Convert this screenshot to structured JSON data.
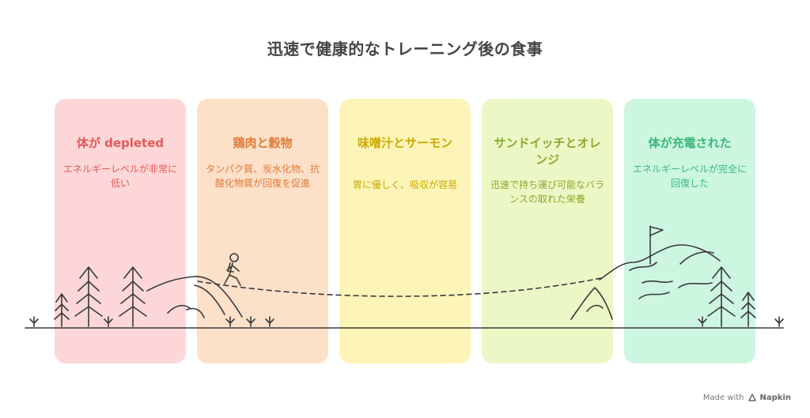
{
  "title": "迅速で健康的なトレーニング後の食事",
  "colors": {
    "ink": "#3a3a3a"
  },
  "stages": [
    {
      "title": "体が depleted",
      "desc": "エネルギーレベルが非常に低い",
      "bg": "#fdd7d7",
      "fg": "#e15a5a"
    },
    {
      "title": "鶏肉と穀物",
      "desc": "タンパク質、炭水化物、抗酸化物質が回復を促進",
      "bg": "#fde0c8",
      "fg": "#e07a3a"
    },
    {
      "title": "味噌汁とサーモン",
      "desc": "胃に優しく、吸収が容易",
      "bg": "#fdf5b8",
      "fg": "#c9a800"
    },
    {
      "title": "サンドイッチとオレンジ",
      "desc": "迅速で持ち運び可能なバランスの取れた栄養",
      "bg": "#ebf8c6",
      "fg": "#86ab2c"
    },
    {
      "title": "体が充電された",
      "desc": "エネルギーレベルが完全に回復した",
      "bg": "#cdf6e0",
      "fg": "#38b878"
    }
  ],
  "footer": {
    "made_with": "Made with",
    "brand": "Napkin"
  }
}
